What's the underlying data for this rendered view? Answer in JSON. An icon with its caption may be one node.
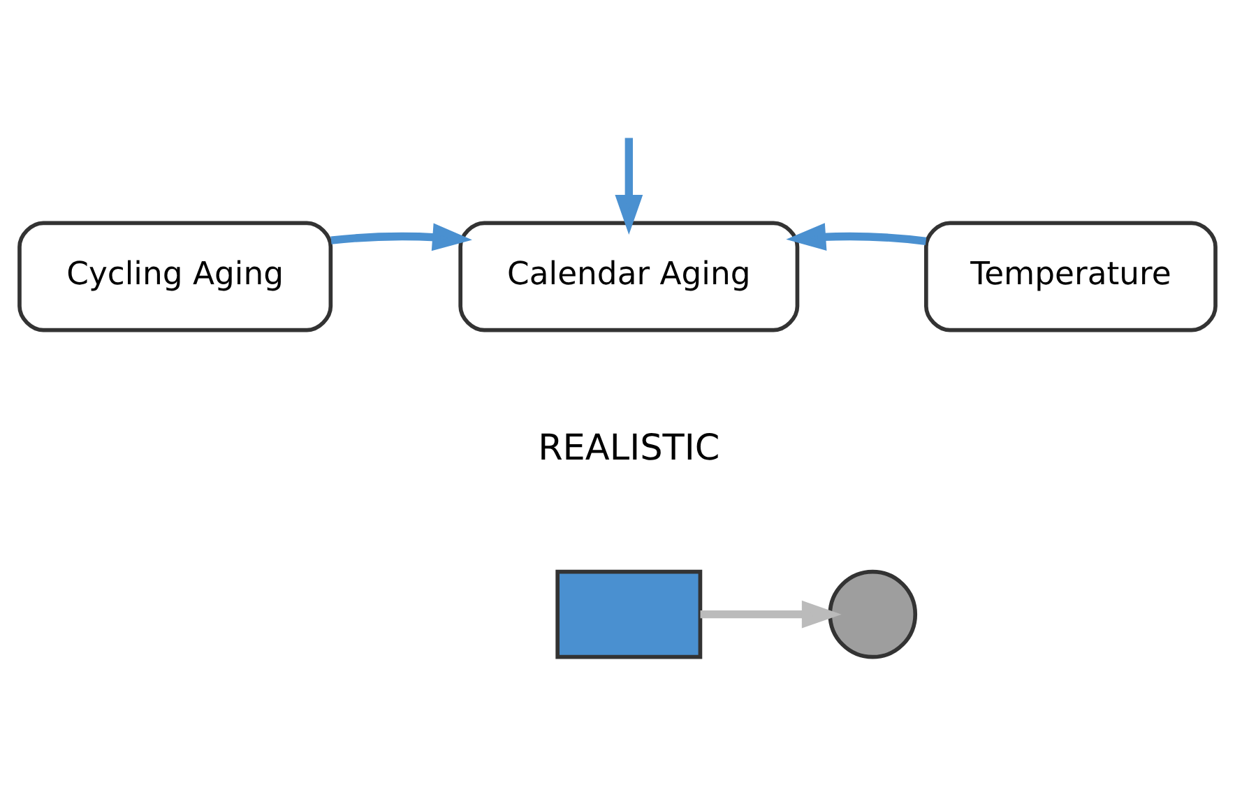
{
  "diagram": {
    "nodes": [
      {
        "text": [
          "Cycling Aging"
        ]
      },
      {
        "text": [
          "Calendar Aging"
        ]
      },
      {
        "text": [
          "Temperature"
        ]
      },
      {
        "text": [],
        "shape": "box"
      },
      {
        "text": [],
        "shape": "circle"
      }
    ],
    "edges": [
      {
        "from": null,
        "to": 1,
        "arrow": "to"
      },
      {
        "from": 0,
        "to": 1,
        "arrow": "to"
      },
      {
        "from": 2,
        "to": 1,
        "arrow": "to"
      },
      {
        "from": 3,
        "to": 4,
        "arrow": "to",
        "color": "#bbbbbb"
      }
    ],
    "labels": [
      "REALISTIC"
    ]
  }
}
